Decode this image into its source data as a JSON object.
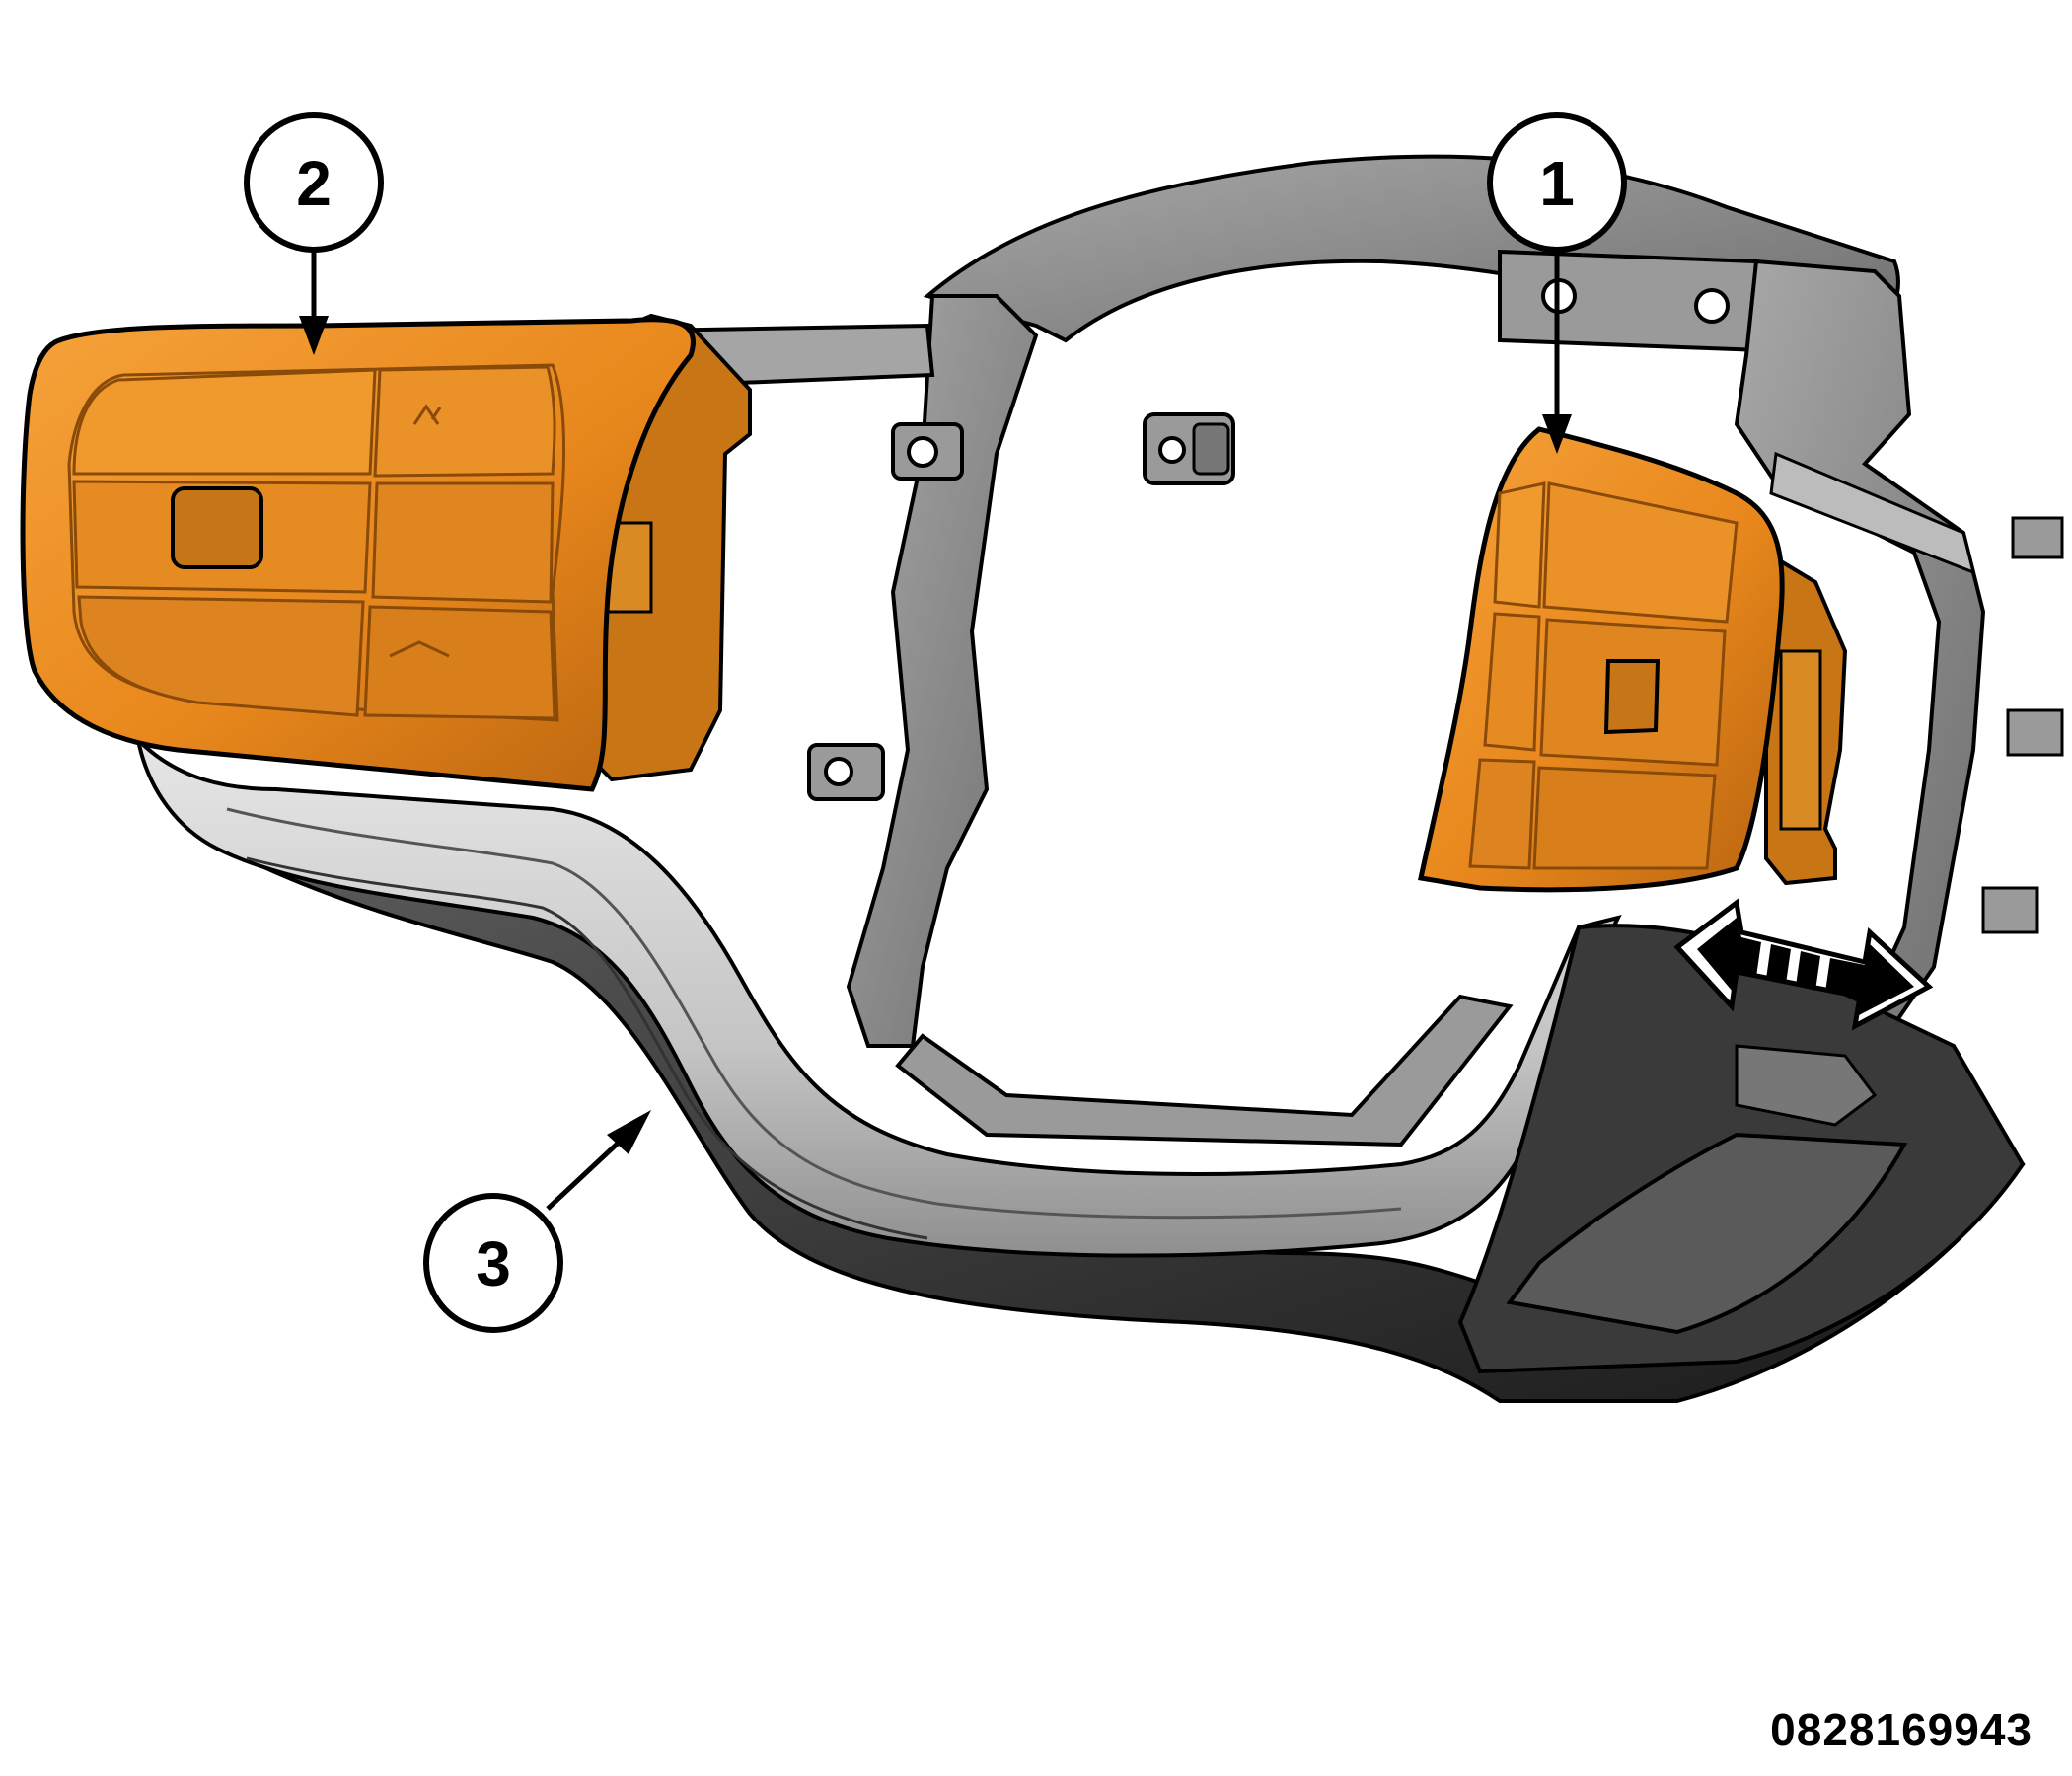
{
  "callouts": [
    {
      "id": "1",
      "label": "1"
    },
    {
      "id": "2",
      "label": "2"
    },
    {
      "id": "3",
      "label": "3"
    }
  ],
  "figure_id": "0828169943",
  "colors": {
    "switch_orange": "#e8871c",
    "switch_orange_dark": "#b86410",
    "frame_gray": "#8c8c8c",
    "frame_gray_light": "#b9b9b9",
    "bezel_gray": "#cfcfcf",
    "bezel_dark": "#262626",
    "outline": "#000000"
  },
  "icons": [
    "left-switch-module",
    "right-switch-module",
    "steering-wheel-bezel",
    "removal-direction-arrow"
  ]
}
